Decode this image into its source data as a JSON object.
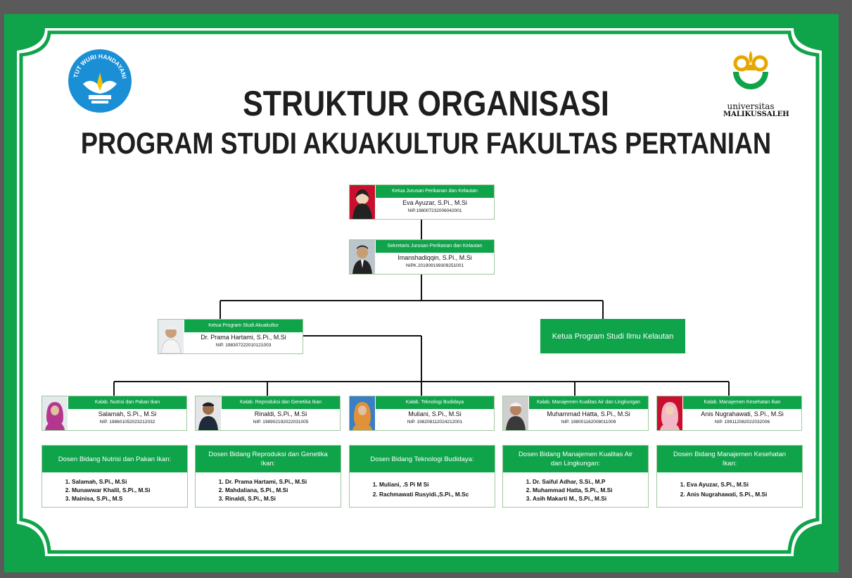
{
  "title": {
    "line1": "STRUKTUR ORGANISASI",
    "line2": "PROGRAM STUDI AKUAKULTUR FAKULTAS PERTANIAN"
  },
  "logos": {
    "left_text": "TUT WURI HANDAYANI",
    "right_line1": "universitas",
    "right_line2": "MALIKUSSALEH"
  },
  "colors": {
    "frame": "#0fa34a",
    "header": "#0fa34a",
    "page_bg": "#ffffff"
  },
  "top": {
    "ketua_jurusan": {
      "role": "Ketua Jurusan Perikanan dan Kelautan",
      "name": "Eva Ayuzar, S.Pi., M.Si",
      "nip": "NIP.198007232006042001"
    },
    "sekretaris": {
      "role": "Sekretaris Jurusan Perikanan dan Kelautan",
      "name": "Imanshadiqqin, S.Pi., M.Si",
      "nip": "NIPK.201909199309251001"
    },
    "ketua_prodi": {
      "role": "Ketua Program Studi Akuakultur",
      "name": "Dr. Prama Hartami, S.Pi., M.Si",
      "nip": "NIP. 198307222010121003"
    },
    "ketua_ilmu_kelautan": "Ketua Program Studi Ilmu Kelautan"
  },
  "kalab": [
    {
      "role": "Kalab. Nutrisi dan Pakan Ikan",
      "name": "Salamah, S.Pi., M.Si",
      "nip": "NIP. 198601052023212032"
    },
    {
      "role": "Kalab. Reproduksi dan Genetika Ikan",
      "name": "Rinaldi, S.Pi., M.Si",
      "nip": "NIP. 198902192022031005"
    },
    {
      "role": "Kalab. Teknologi Budidaya",
      "name": "Muliani, S.Pi., M.Si",
      "nip": "NIP. 198208112024212001"
    },
    {
      "role": "Kalab. Manajemen Kualitas Air dan Lingkungan",
      "name": "Muhammad Hatta, S.Pi., M.Si",
      "nip": "NIP. 198001162008011009"
    },
    {
      "role": "Kalab. Manajemen Kesehatan Ikan",
      "name": "Anis Nugrahawati, S.Pi., M.Si",
      "nip": "NIP. 199112082022032006"
    }
  ],
  "dosen": [
    {
      "title": "Dosen Bidang Nutrisi dan Pakan Ikan:",
      "members": [
        "Salamah, S.Pi., M.Si",
        "Munawwar Khalil, S.Pi., M.Si",
        "Mainisa, S.Pi., M.S"
      ]
    },
    {
      "title": "Dosen Bidang Reproduksi dan Genetika Ikan:",
      "members": [
        "Dr. Prama Hartami, S.Pi., M.Si",
        "Mahdaliana, S.Pi., M.Si",
        "Rinaldi, S.Pi., M.Si"
      ]
    },
    {
      "title": "Dosen Bidang Teknologi Budidaya:",
      "members": [
        "Muliani, .S Pi M Si",
        "Rachmawati Rusyidi.,S.Pi., M.Sc"
      ]
    },
    {
      "title": "Dosen Bidang Manajemen Kualitas Air dan Lingkungan:",
      "members": [
        "Dr. Saiful Adhar, S.Si., M.P",
        "Muhammad Hatta, S.Pi., M.Si",
        "Asih Makarti M., S.Pi., M.Si"
      ]
    },
    {
      "title": "Dosen Bidang Manajemen Kesehatan Ikan:",
      "members": [
        "Eva Ayuzar, S.Pi., M.Si",
        "Anis Nugrahawati, S.Pi., M.Si"
      ]
    }
  ]
}
